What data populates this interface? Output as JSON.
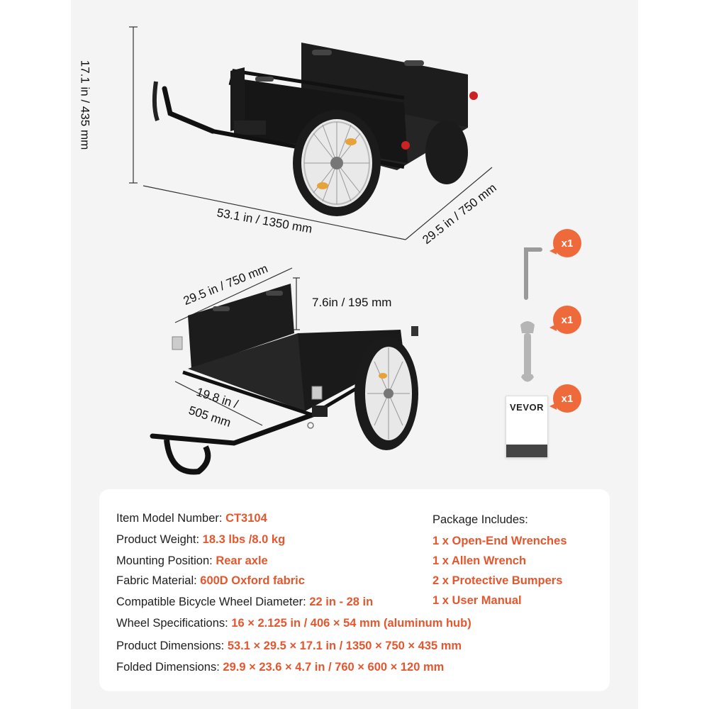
{
  "dimensions": {
    "height_total": "17.1 in / 435 mm",
    "length_total": "53.1 in / 1350 mm",
    "width_total": "29.5 in / 750 mm",
    "cargo_width": "29.5 in / 750 mm",
    "cargo_height": "7.6in / 195 mm",
    "cargo_depth_line1": "19.8 in /",
    "cargo_depth_line2": "505 mm"
  },
  "accessories": [
    {
      "name": "allen-wrench",
      "count": "x1"
    },
    {
      "name": "open-end-wrench",
      "count": "x1"
    },
    {
      "name": "user-manual",
      "count": "x1"
    }
  ],
  "manual_brand": "VEVOR",
  "specs": [
    {
      "label": "Item Model Number: ",
      "value": "CT3104"
    },
    {
      "label": "Product Weight: ",
      "value": "18.3 lbs /8.0 kg"
    },
    {
      "label": "Mounting Position: ",
      "value": "Rear axle"
    },
    {
      "label": "Fabric Material: ",
      "value": "600D Oxford fabric"
    },
    {
      "label": "Compatible Bicycle Wheel Diameter:  ",
      "value": "22 in - 28 in"
    },
    {
      "label": "Wheel Specifications: ",
      "value": "16 × 2.125 in / 406 × 54 mm (aluminum hub)"
    },
    {
      "label": "Product Dimensions:  ",
      "value": "53.1 × 29.5 × 17.1 in / 1350 × 750 × 435 mm"
    },
    {
      "label": "Folded Dimensions: ",
      "value": "29.9 × 23.6 × 4.7 in / 760 × 600 × 120 mm"
    }
  ],
  "package": {
    "title": "Package Includes:",
    "items": [
      "1 x Open-End Wrenches",
      "1 x Allen Wrench",
      "2 x Protective Bumpers",
      "1 x User Manual"
    ]
  },
  "colors": {
    "accent": "#e4572e",
    "badge": "#ef6a3b",
    "panel": "#f4f4f4"
  }
}
